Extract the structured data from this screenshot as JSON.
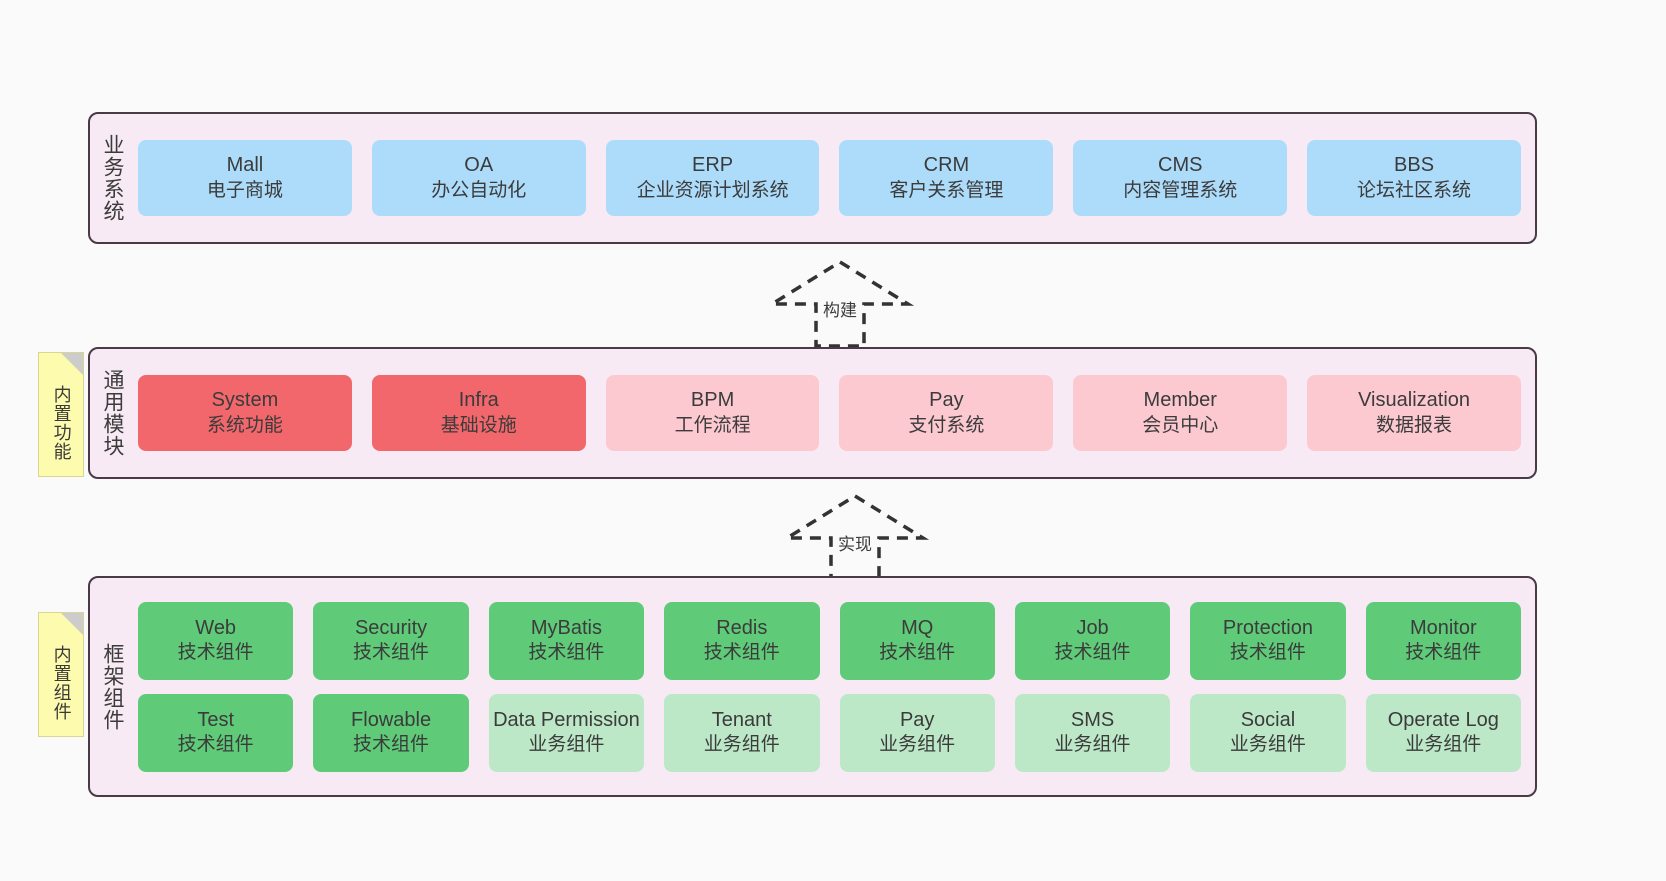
{
  "diagram": {
    "background_color": "#fafafa",
    "layer_border_color": "#4a3a47",
    "layer_fill_color": "#f7eaf4",
    "note_color": "#fdfbad",
    "colors": {
      "business": "#addcfb",
      "module_core": "#f2676c",
      "module_optional": "#fcc9d1",
      "tech_component": "#5fcb79",
      "business_component": "#bde8c7"
    }
  },
  "layers": {
    "business": {
      "title": "业务系统",
      "cards": [
        {
          "name": "Mall",
          "cn": "电子商城"
        },
        {
          "name": "OA",
          "cn": "办公自动化"
        },
        {
          "name": "ERP",
          "cn": "企业资源计划系统"
        },
        {
          "name": "CRM",
          "cn": "客户关系管理"
        },
        {
          "name": "CMS",
          "cn": "内容管理系统"
        },
        {
          "name": "BBS",
          "cn": "论坛社区系统"
        }
      ]
    },
    "modules": {
      "title": "通用模块",
      "note": "内置功能",
      "cards": [
        {
          "name": "System",
          "cn": "系统功能"
        },
        {
          "name": "Infra",
          "cn": "基础设施"
        },
        {
          "name": "BPM",
          "cn": "工作流程"
        },
        {
          "name": "Pay",
          "cn": "支付系统"
        },
        {
          "name": "Member",
          "cn": "会员中心"
        },
        {
          "name": "Visualization",
          "cn": "数据报表"
        }
      ]
    },
    "framework": {
      "title": "框架组件",
      "note": "内置组件",
      "row1": [
        {
          "name": "Web",
          "cn": "技术组件"
        },
        {
          "name": "Security",
          "cn": "技术组件"
        },
        {
          "name": "MyBatis",
          "cn": "技术组件"
        },
        {
          "name": "Redis",
          "cn": "技术组件"
        },
        {
          "name": "MQ",
          "cn": "技术组件"
        },
        {
          "name": "Job",
          "cn": "技术组件"
        },
        {
          "name": "Protection",
          "cn": "技术组件"
        },
        {
          "name": "Monitor",
          "cn": "技术组件"
        }
      ],
      "row2": [
        {
          "name": "Test",
          "cn": "技术组件"
        },
        {
          "name": "Flowable",
          "cn": "技术组件"
        },
        {
          "name": "Data Permission",
          "cn": "业务组件"
        },
        {
          "name": "Tenant",
          "cn": "业务组件"
        },
        {
          "name": "Pay",
          "cn": "业务组件"
        },
        {
          "name": "SMS",
          "cn": "业务组件"
        },
        {
          "name": "Social",
          "cn": "业务组件"
        },
        {
          "name": "Operate Log",
          "cn": "业务组件"
        }
      ]
    }
  },
  "arrows": [
    {
      "label": "构建",
      "direction": "up"
    },
    {
      "label": "实现",
      "direction": "up"
    }
  ]
}
